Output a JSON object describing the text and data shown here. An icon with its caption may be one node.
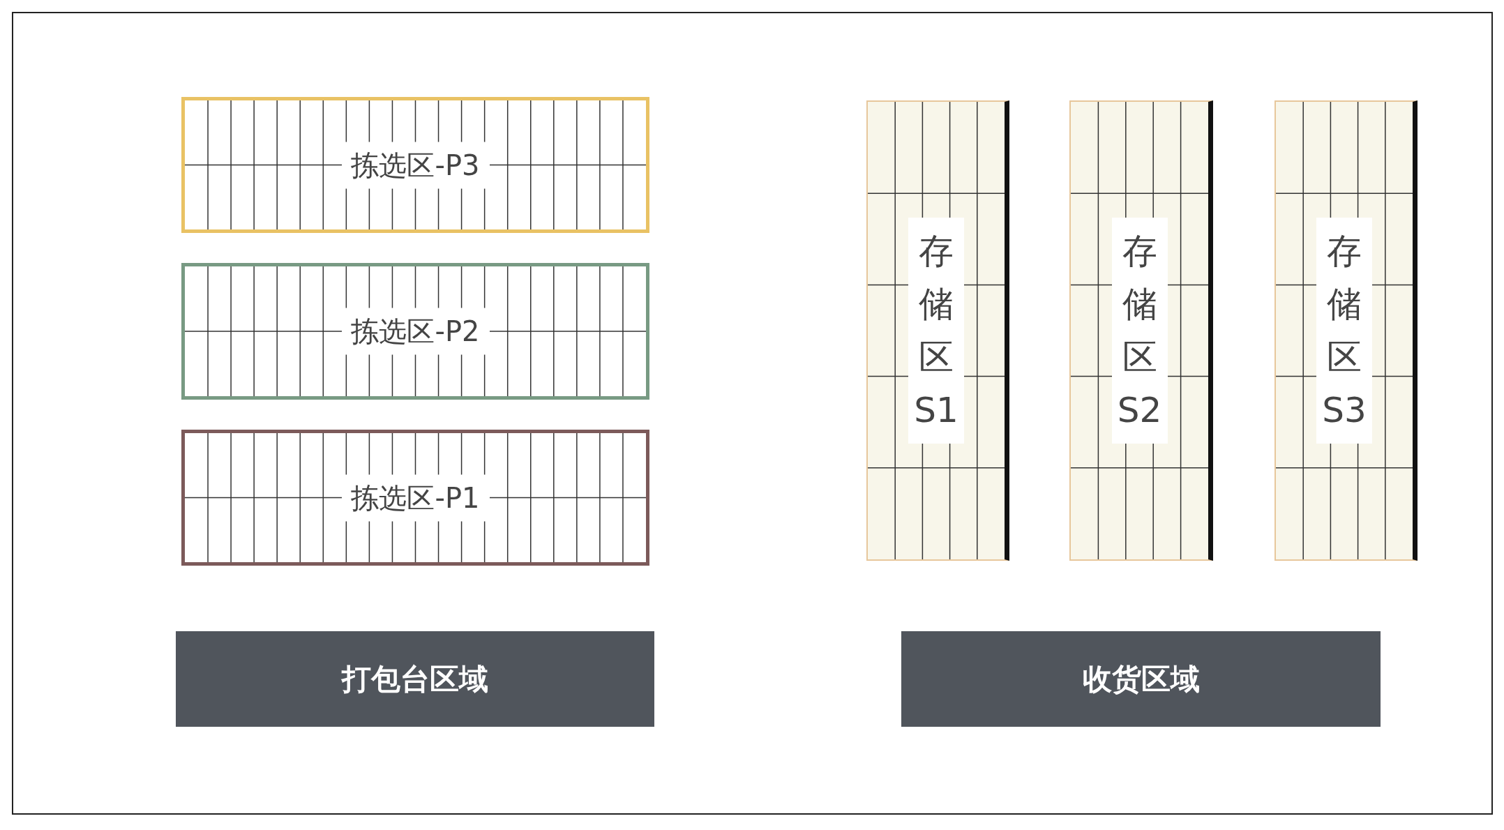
{
  "diagram": {
    "nodes": [
      {
        "text": [
          "拣选区-P3"
        ]
      },
      {
        "text": [
          "拣选区-P2"
        ]
      },
      {
        "text": [
          "拣选区-P1"
        ]
      },
      {
        "text": [
          "存储区S1"
        ]
      },
      {
        "text": [
          "存储区S2"
        ]
      },
      {
        "text": [
          "存储区S3"
        ]
      },
      {
        "text": [
          "打包台区域"
        ]
      },
      {
        "text": [
          "收货区域"
        ]
      }
    ],
    "edges": []
  }
}
